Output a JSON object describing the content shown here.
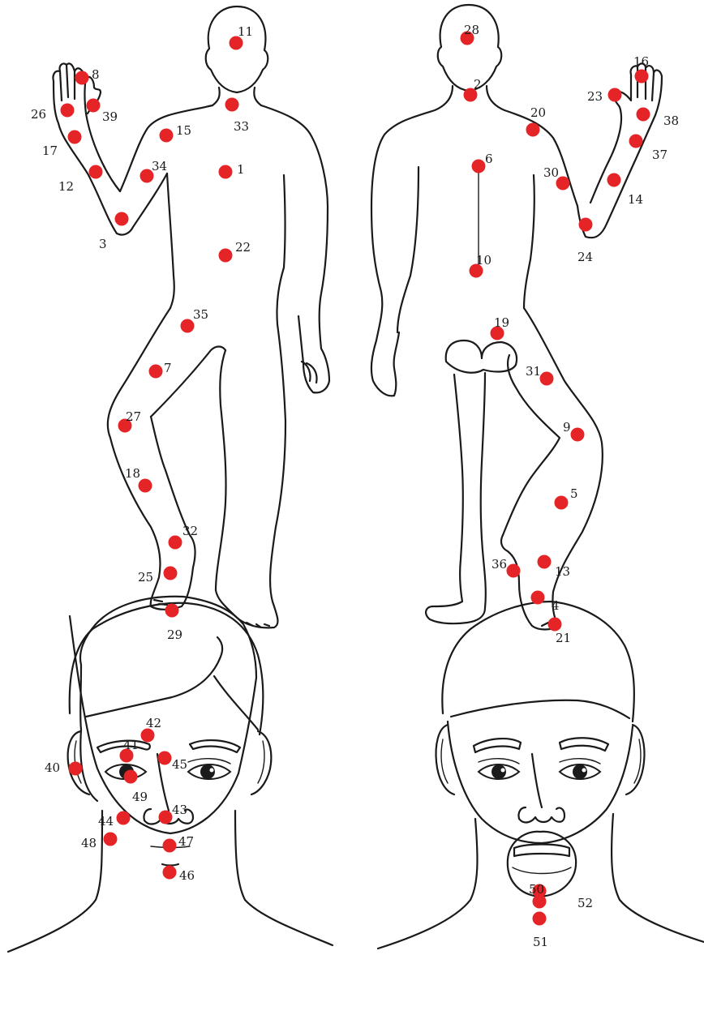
{
  "marker_color": "#e52427",
  "outline_color": "#1a1a1a",
  "points": [
    {
      "label": "1"
    },
    {
      "label": "2"
    },
    {
      "label": "3"
    },
    {
      "label": "4"
    },
    {
      "label": "5"
    },
    {
      "label": "6"
    },
    {
      "label": "7"
    },
    {
      "label": "8"
    },
    {
      "label": "9"
    },
    {
      "label": "10"
    },
    {
      "label": "11"
    },
    {
      "label": "12"
    },
    {
      "label": "13"
    },
    {
      "label": "14"
    },
    {
      "label": "15"
    },
    {
      "label": "16"
    },
    {
      "label": "17"
    },
    {
      "label": "18"
    },
    {
      "label": "19"
    },
    {
      "label": "20"
    },
    {
      "label": "21"
    },
    {
      "label": "22"
    },
    {
      "label": "23"
    },
    {
      "label": "24"
    },
    {
      "label": "25"
    },
    {
      "label": "26"
    },
    {
      "label": "27"
    },
    {
      "label": "28"
    },
    {
      "label": "29"
    },
    {
      "label": "30"
    },
    {
      "label": "31"
    },
    {
      "label": "32"
    },
    {
      "label": "33"
    },
    {
      "label": "34"
    },
    {
      "label": "35"
    },
    {
      "label": "36"
    },
    {
      "label": "37"
    },
    {
      "label": "38"
    },
    {
      "label": "39"
    },
    {
      "label": "40"
    },
    {
      "label": "41"
    },
    {
      "label": "42"
    },
    {
      "label": "43"
    },
    {
      "label": "44"
    },
    {
      "label": "45"
    },
    {
      "label": "46"
    },
    {
      "label": "47"
    },
    {
      "label": "48"
    },
    {
      "label": "49"
    },
    {
      "label": "50"
    },
    {
      "label": "51"
    },
    {
      "label": "52"
    }
  ]
}
